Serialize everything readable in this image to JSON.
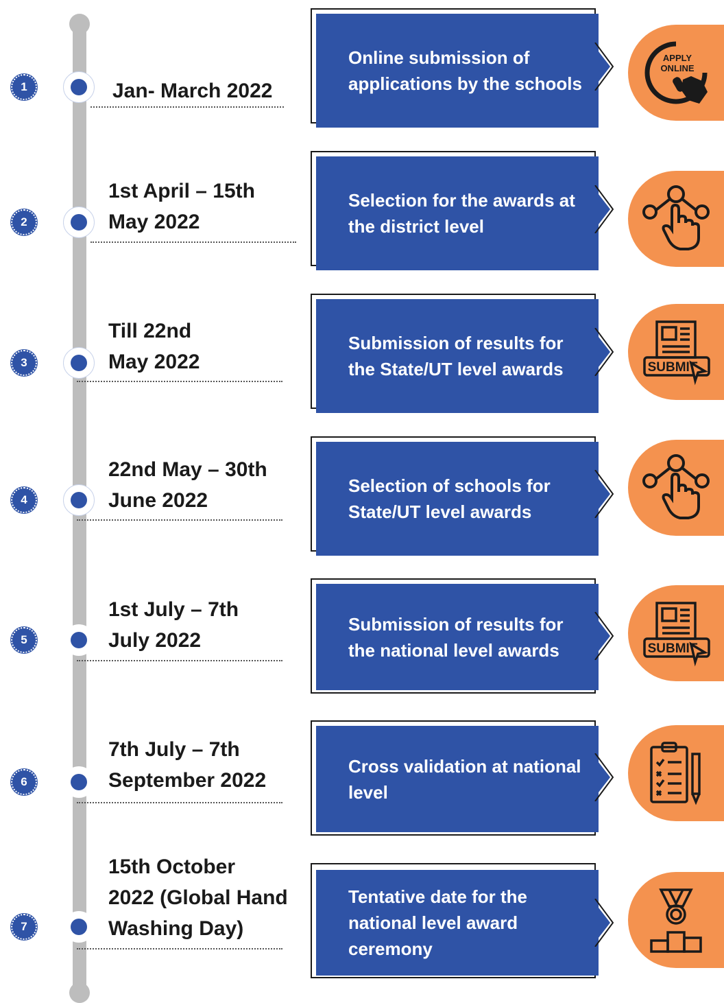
{
  "colors": {
    "accent_blue": "#2f53a6",
    "accent_orange": "#f4924f",
    "timeline_grey": "#bdbdbd"
  },
  "steps": [
    {
      "number": "1",
      "date": "Jan- March 2022",
      "description": "Online submission of applications by the schools",
      "icon": "apply-online-icon",
      "icon_text": [
        "APPLY",
        "ONLINE"
      ]
    },
    {
      "number": "2",
      "date": "1st April – 15th\nMay 2022",
      "description": "Selection for the awards at the district level",
      "icon": "network-hand-icon"
    },
    {
      "number": "3",
      "date": "Till 22nd\nMay 2022",
      "description": "Submission of results for the State/UT level awards",
      "icon": "submit-form-icon",
      "icon_text": [
        "SUBMIT"
      ]
    },
    {
      "number": "4",
      "date": "22nd May – 30th\nJune 2022",
      "description": "Selection of schools for State/UT level awards",
      "icon": "network-hand-icon"
    },
    {
      "number": "5",
      "date": "1st July – 7th\nJuly 2022",
      "description": "Submission of results for the national level awards",
      "icon": "submit-form-icon",
      "icon_text": [
        "SUBMIT"
      ]
    },
    {
      "number": "6",
      "date": "7th July – 7th\nSeptember 2022",
      "description": "Cross validation at national level",
      "icon": "checklist-icon"
    },
    {
      "number": "7",
      "date": "15th October\n2022 (Global Hand\nWashing Day)",
      "description": "Tentative date for the national level award ceremony",
      "icon": "medal-podium-icon"
    }
  ]
}
